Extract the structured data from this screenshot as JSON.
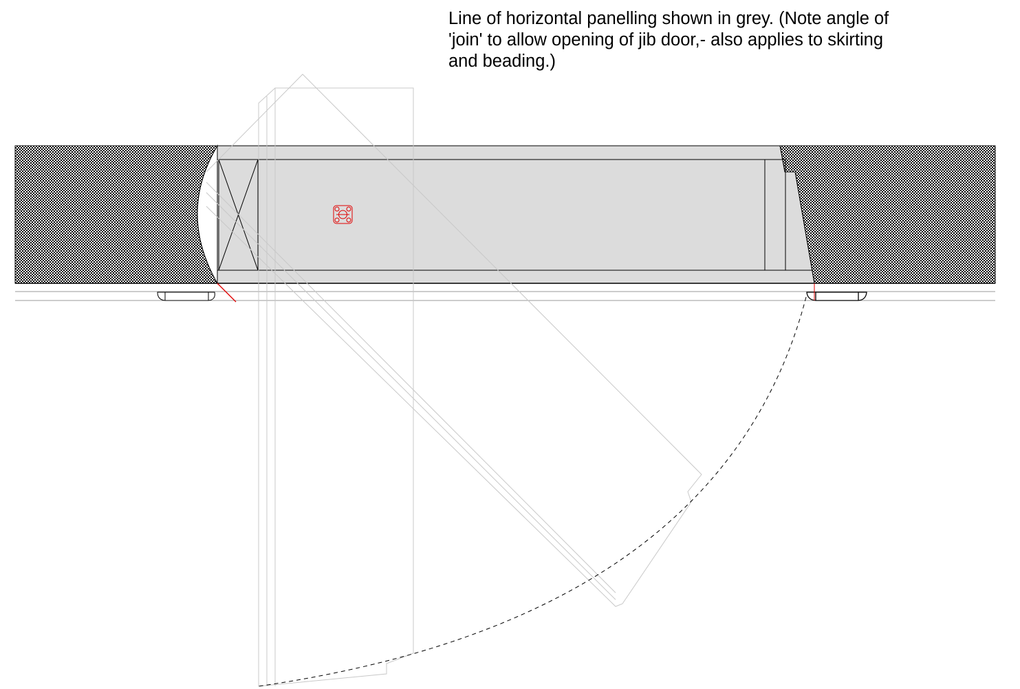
{
  "annotation": {
    "lines": [
      "Line of horizontal panelling shown in grey. (Note angle of",
      "'join' to allow opening of jib door,- also applies to skirting",
      "and beading.)"
    ]
  },
  "colors": {
    "wall_hatch_dark": "#000000",
    "panel_fill": "#dcdcdc",
    "panel_outline": "#000000",
    "ghost_door_lines": "#c8c8c8",
    "hardware_marker": "#e00000",
    "swing_arc": "#000000"
  },
  "icons": [
    "door-handle-plate-icon",
    "skirting-bead-profile-icon"
  ]
}
